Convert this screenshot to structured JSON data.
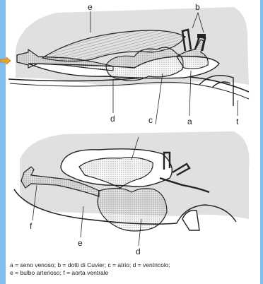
{
  "labels": {
    "top": {
      "e": "e",
      "b": "b",
      "d": "d",
      "c": "c",
      "a": "a",
      "t": "t"
    },
    "bottom": {
      "f": "f",
      "e": "e",
      "d": "d"
    }
  },
  "caption": {
    "line1": "a = seno venoso; b = dotti di Cuvier; c = atrio; d = ventricolo;",
    "line2": "e = bulbo arterioso; f = aorta  ventrale"
  },
  "colors": {
    "background": "#7fc0ef",
    "paper": "#ffffff",
    "ink": "#222222",
    "shading": "#bdbdbd",
    "pointer": "#f5a623"
  },
  "icons": {
    "pointer": "hand-pointer-icon"
  }
}
